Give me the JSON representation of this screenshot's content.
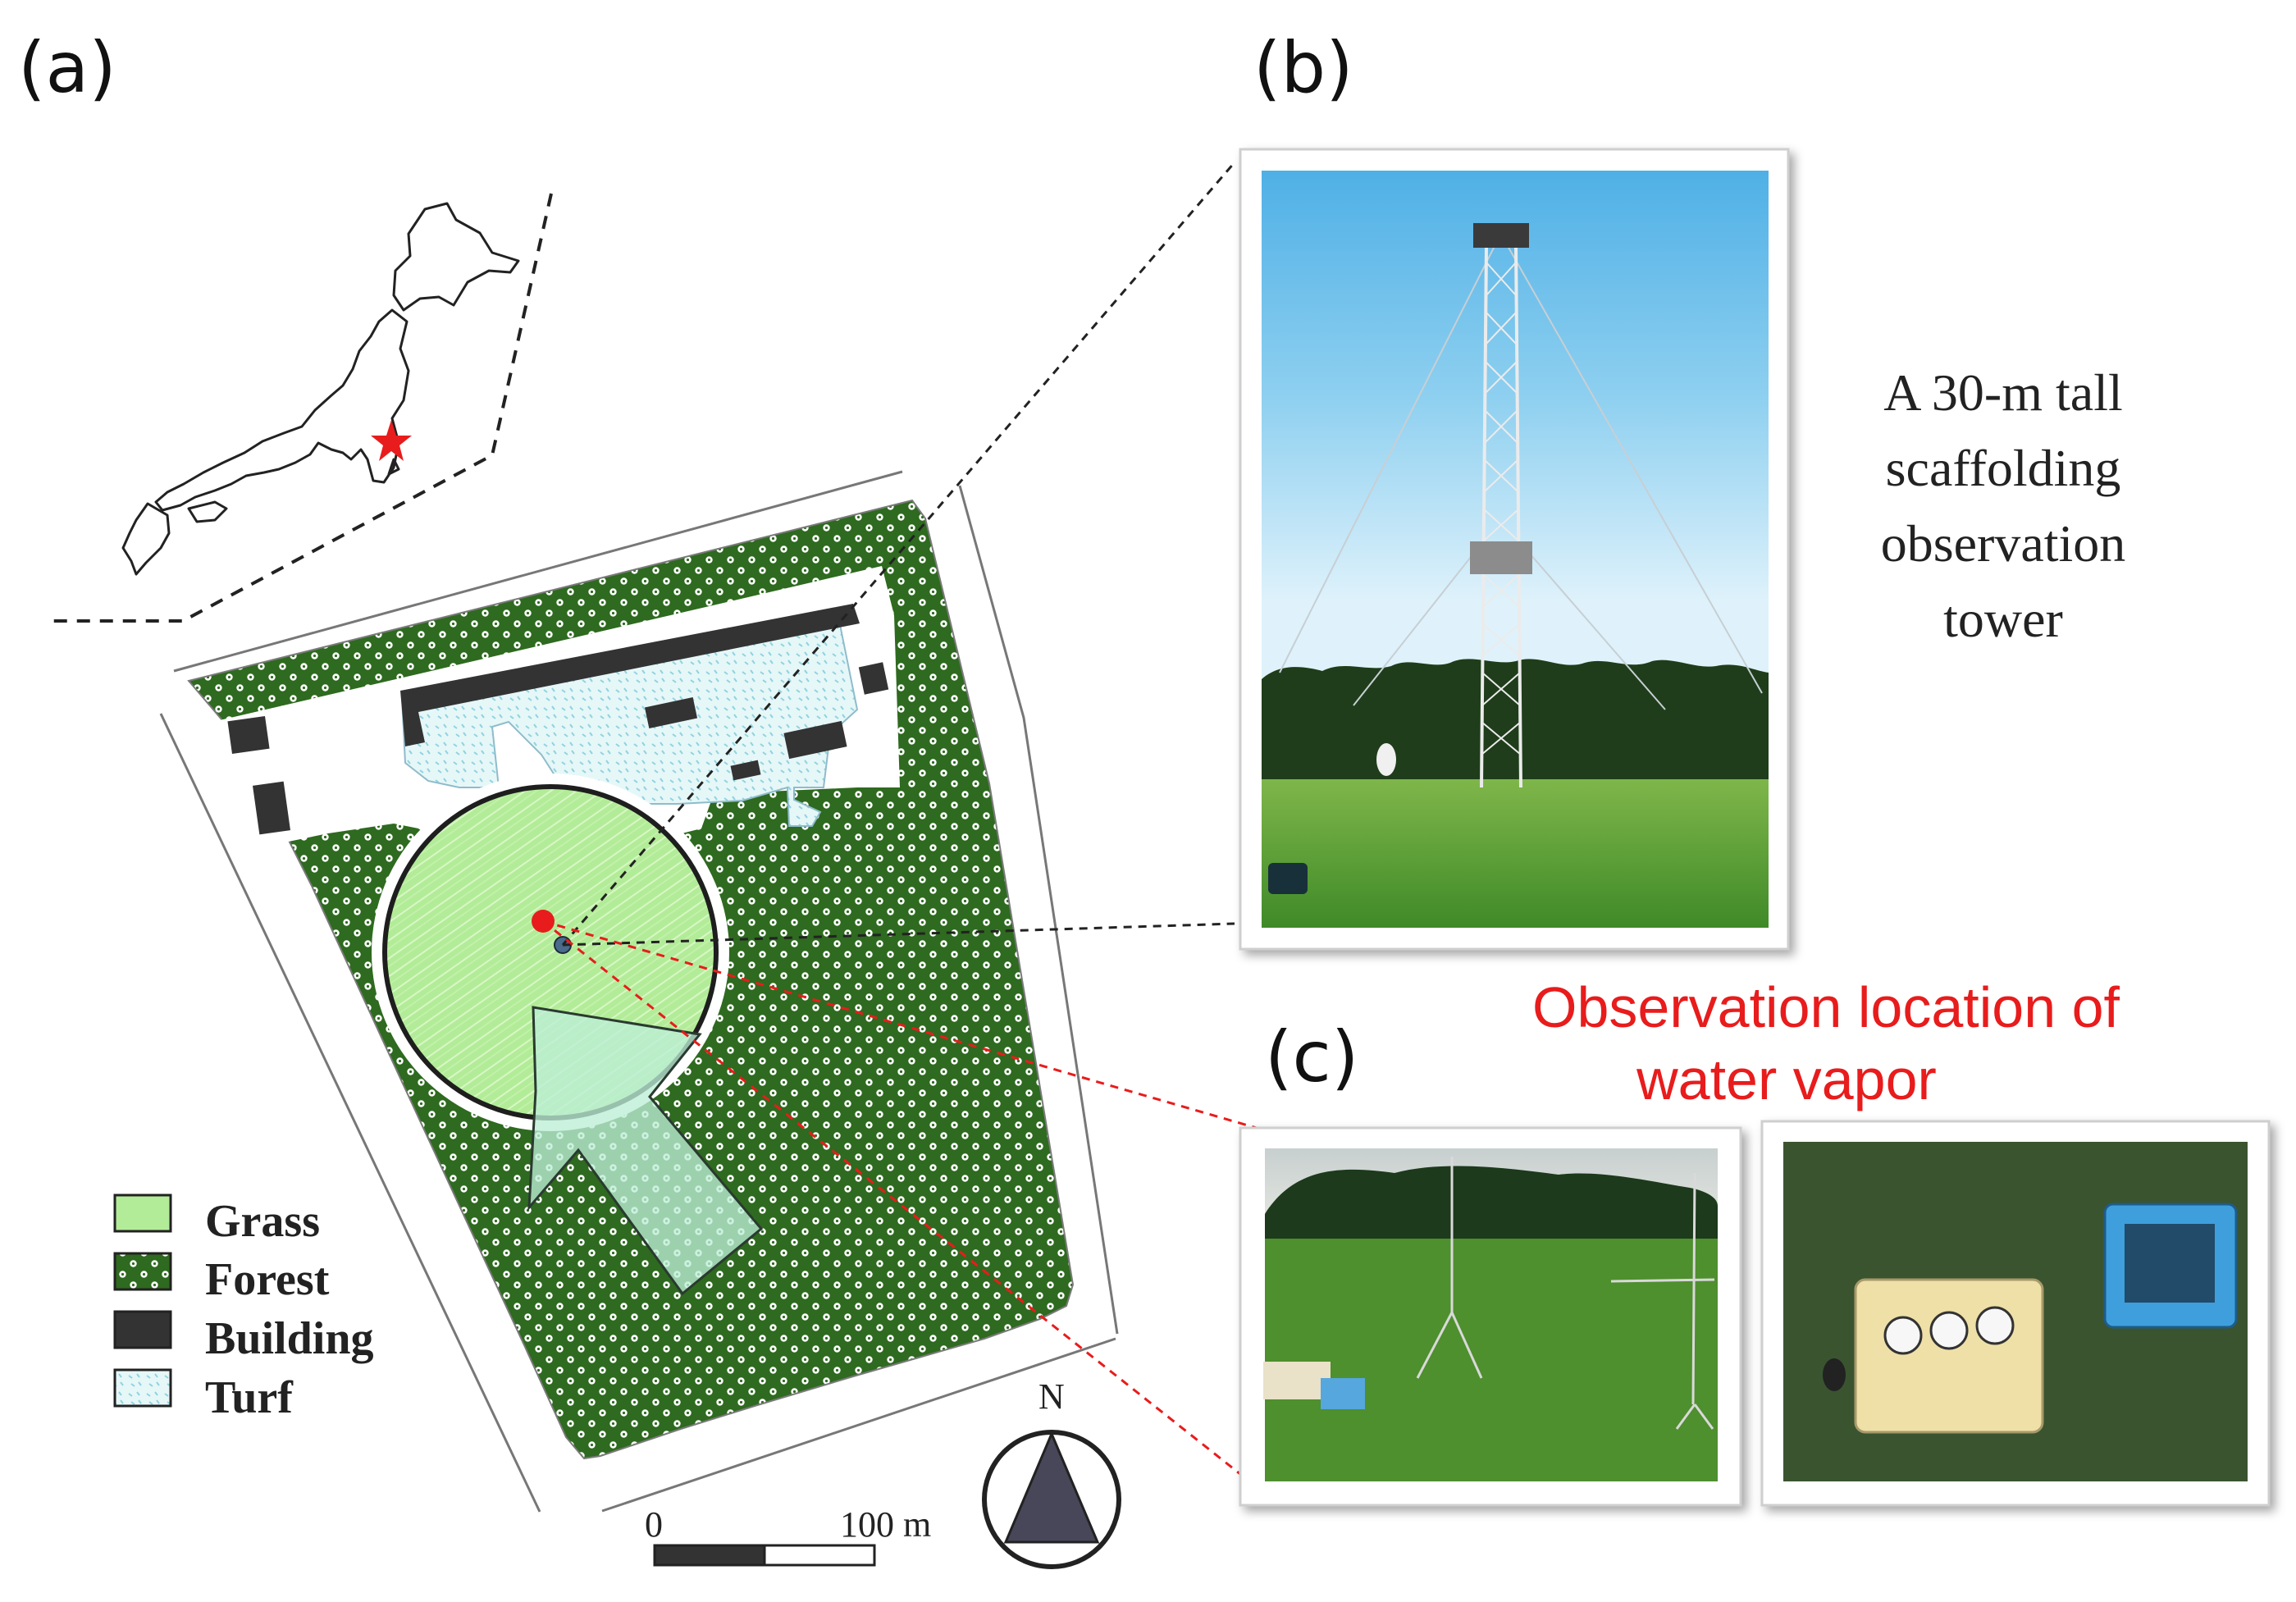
{
  "panels": {
    "a": "(a)",
    "b": "(b)",
    "c": "(c)"
  },
  "legend": [
    {
      "label": "Grass",
      "swatch": "grass"
    },
    {
      "label": "Forest",
      "swatch": "forest"
    },
    {
      "label": "Building",
      "swatch": "building"
    },
    {
      "label": "Turf",
      "swatch": "turf"
    }
  ],
  "scale_bar": {
    "start": "0",
    "end": "100 m"
  },
  "north": "N",
  "tower_caption": [
    "A 30-m tall",
    "scaffolding",
    "observation",
    "tower"
  ],
  "vapor_caption": [
    "Observation location of",
    "water vapor"
  ],
  "colors": {
    "grass": "#b6ee9c",
    "forest": "#2e6a1f",
    "building": "#333333",
    "turf": "#d8f1f4",
    "accent_red": "#e81c1c",
    "arrow": "#bdeed6"
  }
}
